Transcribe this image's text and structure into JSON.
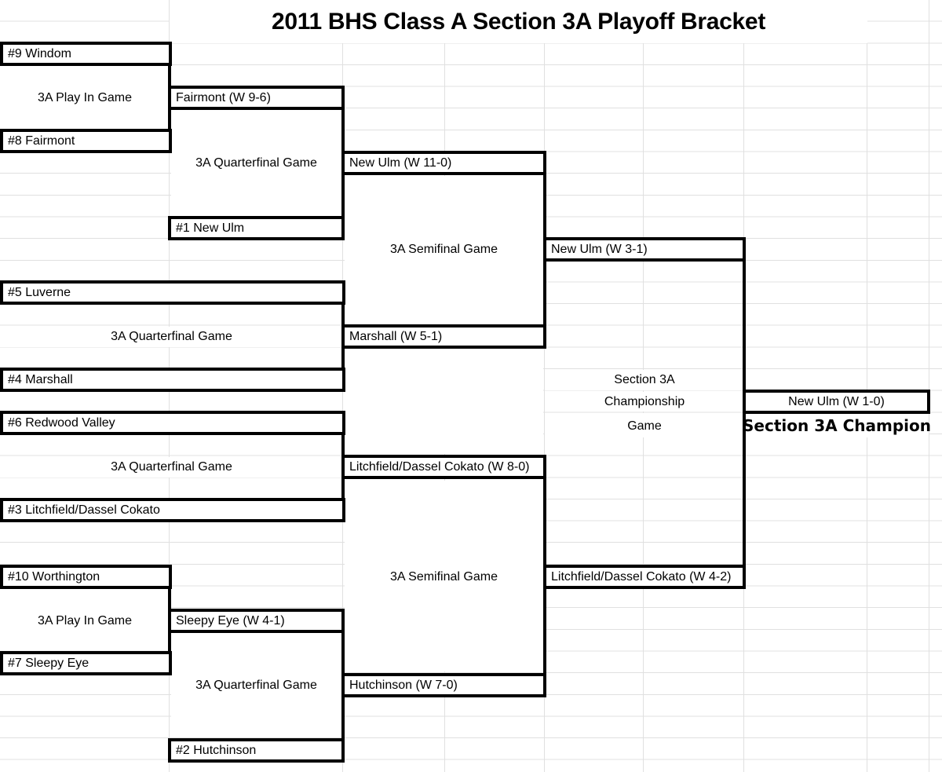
{
  "title": "2011 BHS Class A Section 3A Playoff Bracket",
  "labels": {
    "play_in": "3A Play In Game",
    "quarterfinal": "3A Quarterfinal Game",
    "semifinal": "3A Semifinal Game",
    "championship_line1": "Section 3A",
    "championship_line2": "Championship",
    "championship_line3": "Game",
    "champion": "Section 3A Champion"
  },
  "teams": {
    "windom": "#9 Windom",
    "fairmont": "#8 Fairmont",
    "new_ulm": "#1 New Ulm",
    "luverne": "#5 Luverne",
    "marshall": "#4 Marshall",
    "redwood_valley": "#6 Redwood Valley",
    "litchfield": "#3 Litchfield/Dassel Cokato",
    "worthington": "#10 Worthington",
    "sleepy_eye": "#7 Sleepy Eye",
    "hutchinson": "#2 Hutchinson"
  },
  "winners": {
    "play_in_1": "Fairmont (W 9-6)",
    "quarterfinal_1": "New Ulm (W 11-0)",
    "semifinal_1": "New Ulm (W 3-1)",
    "quarterfinal_2": "Marshall (W 5-1)",
    "quarterfinal_3": "Litchfield/Dassel Cokato (W 8-0)",
    "semifinal_2": "Litchfield/Dassel Cokato (W 4-2)",
    "play_in_2": "Sleepy Eye (W 4-1)",
    "quarterfinal_4": "Hutchinson (W 7-0)",
    "championship": "New Ulm (W 1-0)"
  },
  "colors": {
    "background": "#ffffff",
    "gridline": "#e0e0e0",
    "bracket_line": "#000000",
    "text": "#000000"
  }
}
